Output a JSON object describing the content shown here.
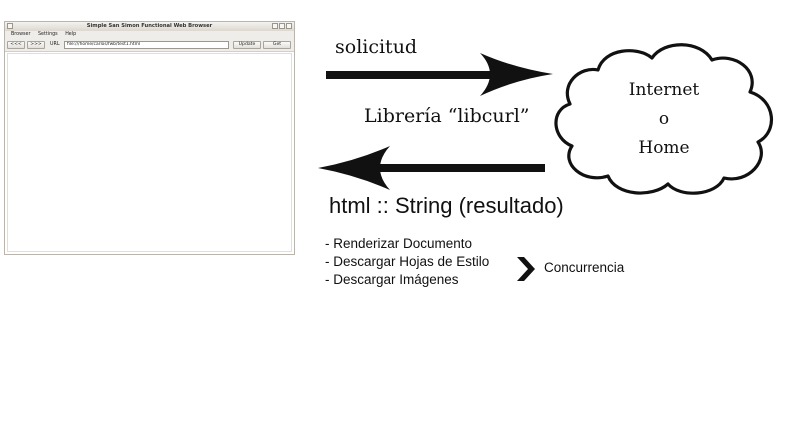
{
  "browser": {
    "title": "Simple San Simon Functional Web Browser",
    "menu": [
      "Browser",
      "Settings",
      "Help"
    ],
    "back_label": "<<<",
    "forward_label": ">>>",
    "url_label": "URL",
    "url_value": "file:///home/carlos/fwb/test1.html",
    "update_label": "Update",
    "get_label": "Get"
  },
  "diagram": {
    "request_label": "solicitud",
    "library_label": "Librería “libcurl”",
    "cloud_lines": [
      "Internet",
      "o",
      "Home"
    ],
    "result_label": "html :: String (resultado)",
    "tasks": [
      "- Renderizar Documento",
      "- Descargar Hojas de Estilo",
      "- Descargar Imágenes"
    ],
    "concurrency_label": "Concurrencia"
  }
}
